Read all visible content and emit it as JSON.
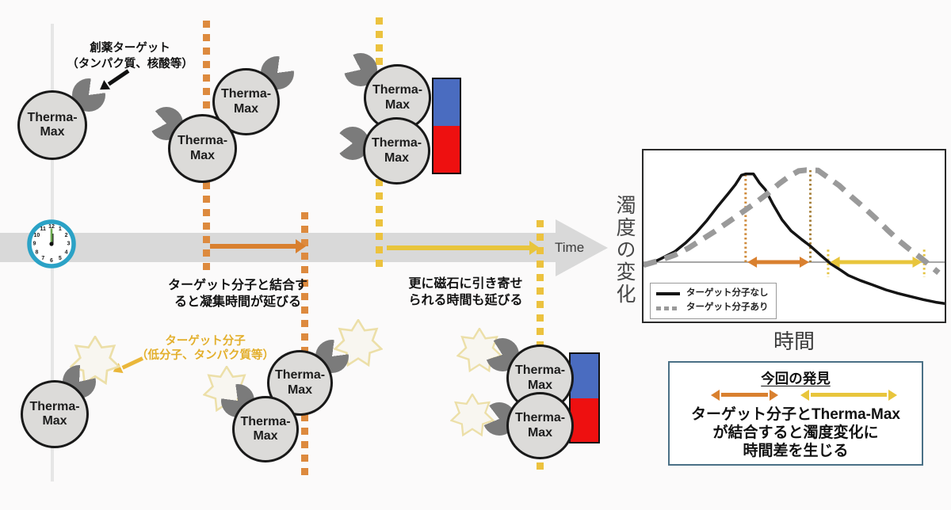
{
  "labels": {
    "drug_target_line1": "創薬ターゲット",
    "drug_target_line2": "（タンパク質、核酸等）",
    "aggregation_note_line1": "ターゲット分子と結合す",
    "aggregation_note_line2": "ると凝集時間が延びる",
    "magnet_note_line1": "更に磁石に引き寄せ",
    "magnet_note_line2": "られる時間も延びる",
    "time_axis": "Time",
    "target_molecule_line1": "ターゲット分子",
    "target_molecule_line2": "（低分子、タンパク質等）"
  },
  "molecule": {
    "line1": "Therma-",
    "line2": "Max"
  },
  "clock": {
    "numbers": [
      "12",
      "1",
      "2",
      "3",
      "4",
      "5",
      "6",
      "7",
      "8",
      "9",
      "10",
      "11"
    ]
  },
  "discovery_box": {
    "title": "今回の発見",
    "line1": "ターゲット分子とTherma-Max",
    "line2": "が結合すると濁度変化に",
    "line3": "時間差を生じる"
  },
  "chart_data": {
    "type": "line",
    "title": "",
    "xlabel": "時間",
    "ylabel": "濁度の変化",
    "x_range_percent": [
      0,
      100
    ],
    "y_range_percent": [
      0,
      100
    ],
    "grid": false,
    "legend_position": "lower-left",
    "baseline_y": 34.7,
    "legend_items": [
      {
        "label": "ターゲット分子なし",
        "style": "solid"
      },
      {
        "label": "ターゲット分子あり",
        "style": "dashed"
      }
    ],
    "series": [
      {
        "name": "ターゲット分子なし",
        "color": "#141414",
        "width": 3.5,
        "dash": "",
        "points": [
          [
            0,
            33
          ],
          [
            3,
            34.5
          ],
          [
            5.5,
            36.5
          ],
          [
            10.5,
            41
          ],
          [
            14,
            46
          ],
          [
            17.5,
            52
          ],
          [
            21,
            59
          ],
          [
            24.5,
            67
          ],
          [
            28,
            74.5
          ],
          [
            30.5,
            80
          ],
          [
            32.5,
            85.5
          ],
          [
            34,
            86.3
          ],
          [
            36.5,
            86.3
          ],
          [
            38.5,
            81
          ],
          [
            40.5,
            77
          ],
          [
            43,
            68.5
          ],
          [
            46,
            59.5
          ],
          [
            49,
            53
          ],
          [
            52.5,
            48
          ],
          [
            55.5,
            44
          ],
          [
            59,
            38.5
          ],
          [
            62,
            34
          ],
          [
            65.5,
            30
          ],
          [
            68,
            27
          ],
          [
            72,
            24
          ],
          [
            76,
            21.5
          ],
          [
            80.5,
            18.5
          ],
          [
            84.5,
            16.5
          ],
          [
            89,
            14.5
          ],
          [
            93,
            12.8
          ],
          [
            97,
            11.3
          ],
          [
            100,
            10.5
          ]
        ]
      },
      {
        "name": "ターゲット分子あり",
        "color": "#9a9a9a",
        "width": 7,
        "dash": "17 11",
        "points": [
          [
            0,
            33
          ],
          [
            5,
            35.5
          ],
          [
            10.5,
            39
          ],
          [
            15,
            43
          ],
          [
            19,
            47.5
          ],
          [
            23.5,
            52.5
          ],
          [
            28,
            58
          ],
          [
            32.5,
            63.5
          ],
          [
            36.5,
            68.5
          ],
          [
            41,
            74.5
          ],
          [
            45,
            80.5
          ],
          [
            48.5,
            85
          ],
          [
            51.5,
            88
          ],
          [
            54,
            88.5
          ],
          [
            58,
            88.3
          ],
          [
            61,
            84.5
          ],
          [
            65,
            79.5
          ],
          [
            69,
            73
          ],
          [
            73,
            67
          ],
          [
            77,
            60.5
          ],
          [
            81,
            53.5
          ],
          [
            85,
            47
          ],
          [
            88.5,
            42
          ],
          [
            91.5,
            38
          ],
          [
            94,
            34.5
          ],
          [
            96,
            31.5
          ],
          [
            98,
            28.5
          ]
        ]
      }
    ],
    "markers": [
      {
        "x": 33.9,
        "y1": 86,
        "y2": 34.7,
        "color": "#cf8a3a"
      },
      {
        "x": 55.4,
        "y1": 88.5,
        "y2": 34.7,
        "color": "#a8823c"
      },
      {
        "x": 61.3,
        "y1": 42,
        "y2": 26,
        "color": "#e4c23e"
      },
      {
        "x": 93.2,
        "y1": 42,
        "y2": 26,
        "color": "#e4c23e"
      }
    ],
    "span_arrows": [
      {
        "x1": 34.5,
        "x2": 55,
        "y": 34.7,
        "color": "#d9802f"
      },
      {
        "x1": 62,
        "x2": 92.5,
        "y": 34.7,
        "color": "#e8c53c"
      }
    ]
  },
  "colors": {
    "orange_arrow": "#d9802f",
    "orange_dots": "#dd8a3e",
    "yellow_arrow": "#e8c53c",
    "yellow_dots": "#ecc23e",
    "timeline_gray": "#d9d9d9",
    "magnet_blue": "#4a6cc0",
    "magnet_red": "#ee1010",
    "pacman_gray": "#7b7b7b",
    "molecule_fill": "#dcdbd9",
    "gold_text": "#e3af2c",
    "clock_teal": "#2ba2c6",
    "box_border": "#4a7086"
  }
}
